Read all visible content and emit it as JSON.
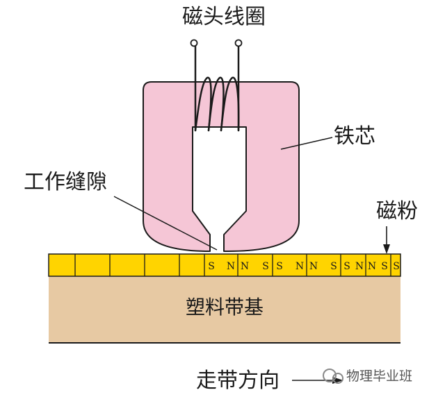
{
  "labels": {
    "coil": "磁头线圈",
    "core": "铁芯",
    "gap": "工作缝隙",
    "powder": "磁粉",
    "base": "塑料带基",
    "direction": "走带方向"
  },
  "watermark": "物理毕业班",
  "magnet_cells": [
    {
      "left": "S",
      "right": "N"
    },
    {
      "left": "N",
      "right": "S"
    },
    {
      "left": "S",
      "right": "N"
    },
    {
      "left": "N",
      "right": "S"
    },
    {
      "left": "S",
      "right": "N"
    },
    {
      "left": "N",
      "right": "S"
    }
  ],
  "colors": {
    "core": "#f5c6d6",
    "tape_layer": "#ffd400",
    "base": "#e7c9a3",
    "line": "#1a1a1a"
  }
}
